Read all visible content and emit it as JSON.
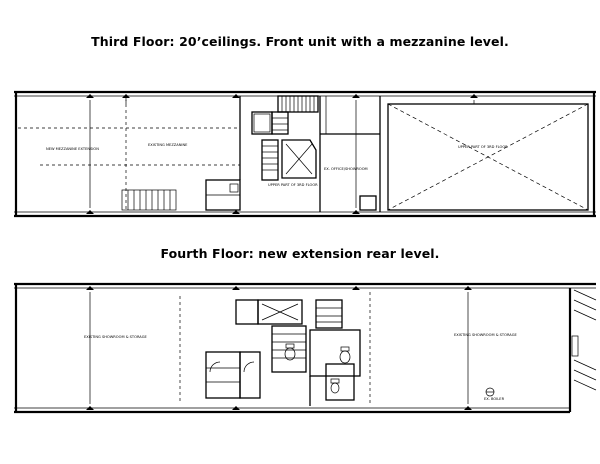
{
  "headings": {
    "third_floor": "Third Floor: 20’ceilings. Front  unit with a mezzanine level.",
    "fourth_floor": "Fourth Floor: new extension rear level."
  },
  "plan_labels": {
    "third_mezzanine_extension": "NEW MEZZANINE EXTENSION",
    "third_existing_mezzanine": "EXISTING MEZZANINE",
    "third_upper_part": "UPPER PART OF 3RD FLOOR",
    "third_office_showroom": "EX. OFFICE/SHOWROOM",
    "third_upper_part_front": "UPPER PART OF 3RD FLOOR",
    "fourth_showroom_rear": "EXISTING SHOWROOM & STORAGE",
    "fourth_showroom_front": "EXISTING SHOWROOM & STORAGE",
    "fourth_boiler": "EX. BOILER"
  },
  "icons": {
    "compass": "north-arrow-icon",
    "stairs": "stair-icon",
    "toilet": "toilet-icon"
  }
}
